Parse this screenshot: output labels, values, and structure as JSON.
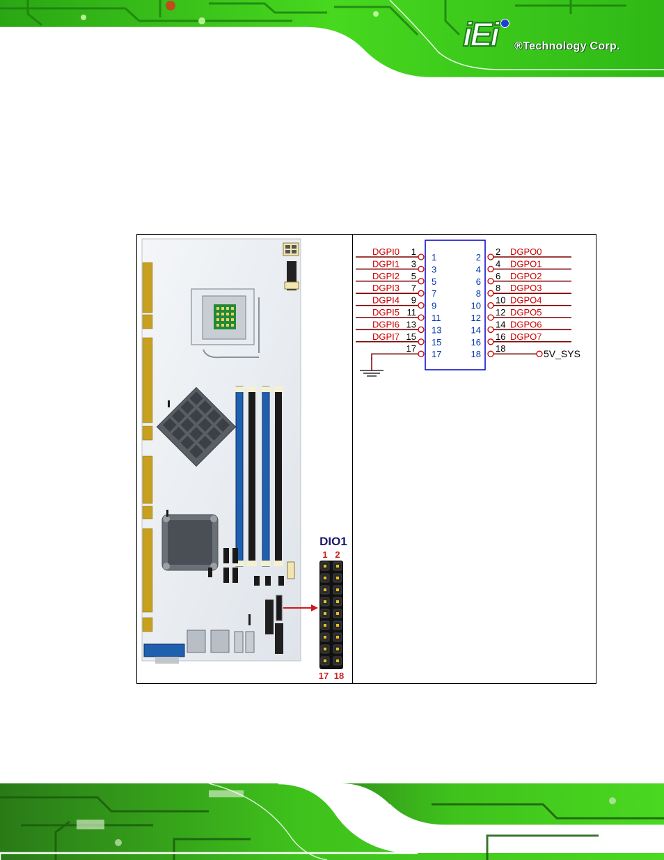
{
  "header": {
    "logo_mark": "iEi",
    "company": "®Technology Corp."
  },
  "figure": {
    "connector_label": "DIO1",
    "corner_pins": {
      "top_left": "1",
      "top_right": "2",
      "bottom_left": "17",
      "bottom_right": "18"
    },
    "pins": {
      "left": [
        {
          "signal": "DGPI0",
          "pin": "1"
        },
        {
          "signal": "DGPI1",
          "pin": "3"
        },
        {
          "signal": "DGPI2",
          "pin": "5"
        },
        {
          "signal": "DGPI3",
          "pin": "7"
        },
        {
          "signal": "DGPI4",
          "pin": "9"
        },
        {
          "signal": "DGPI5",
          "pin": "11"
        },
        {
          "signal": "DGPI6",
          "pin": "13"
        },
        {
          "signal": "DGPI7",
          "pin": "15"
        },
        {
          "signal": "",
          "pin": "17"
        }
      ],
      "right": [
        {
          "signal": "DGPO0",
          "pin": "2"
        },
        {
          "signal": "DGPO1",
          "pin": "4"
        },
        {
          "signal": "DGPO2",
          "pin": "6"
        },
        {
          "signal": "DGPO3",
          "pin": "8"
        },
        {
          "signal": "DGPO4",
          "pin": "10"
        },
        {
          "signal": "DGPO5",
          "pin": "12"
        },
        {
          "signal": "DGPO6",
          "pin": "14"
        },
        {
          "signal": "DGPO7",
          "pin": "16"
        },
        {
          "signal": "5V_SYS",
          "pin": "18"
        }
      ]
    }
  },
  "colors": {
    "banner_green": "#33cc1a",
    "signal_red": "#cc0000",
    "trace_maroon": "#7a0000",
    "pin_blue": "#0033aa",
    "connector_label_navy": "#1a1a66",
    "pin_number_red": "#cc2222"
  }
}
